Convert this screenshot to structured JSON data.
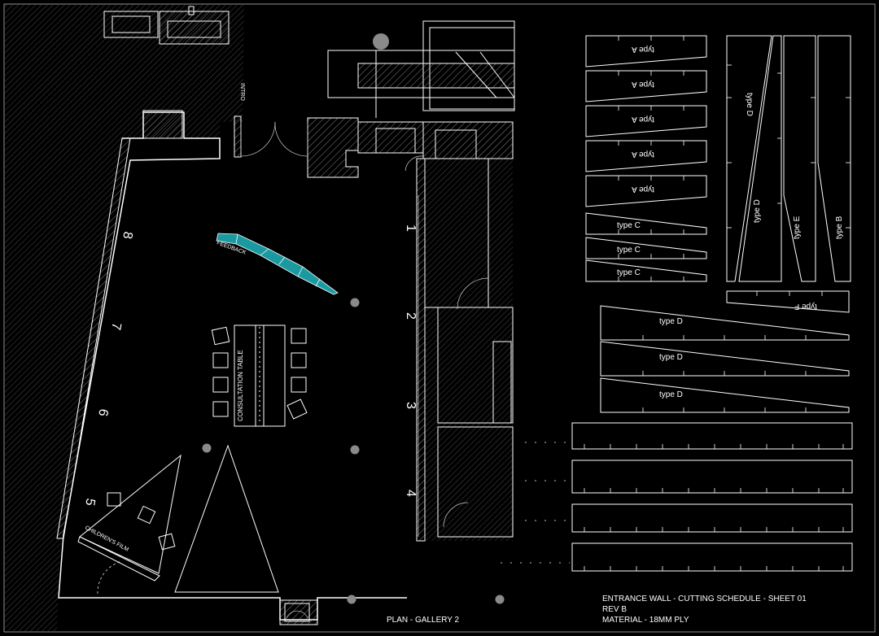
{
  "plan": {
    "title": "PLAN - GALLERY 2",
    "room_labels": {
      "intro": "INTRO",
      "feedback": "FEEDBACK",
      "consultation_table": "CONSULTATION TABLE",
      "childrens_film": "CHILDREN'S FILM"
    },
    "right_wall_numbers": [
      "1",
      "2",
      "3",
      "4"
    ],
    "left_wall_numbers": [
      "8",
      "7",
      "6",
      "5"
    ]
  },
  "schedule": {
    "pieces": {
      "type_a": "type A",
      "type_b": "type B",
      "type_c": "type C",
      "type_d": "type D",
      "type_e": "type E",
      "type_f": "type F"
    }
  },
  "title_block": {
    "line1": "ENTRANCE WALL - CUTTING SCHEDULE - SHEET 01",
    "line2": "REV B",
    "line3": "MATERIAL - 18MM PLY"
  },
  "colors": {
    "background": "#000000",
    "linework": "#ffffff",
    "highlight": "#1a9aa0"
  }
}
